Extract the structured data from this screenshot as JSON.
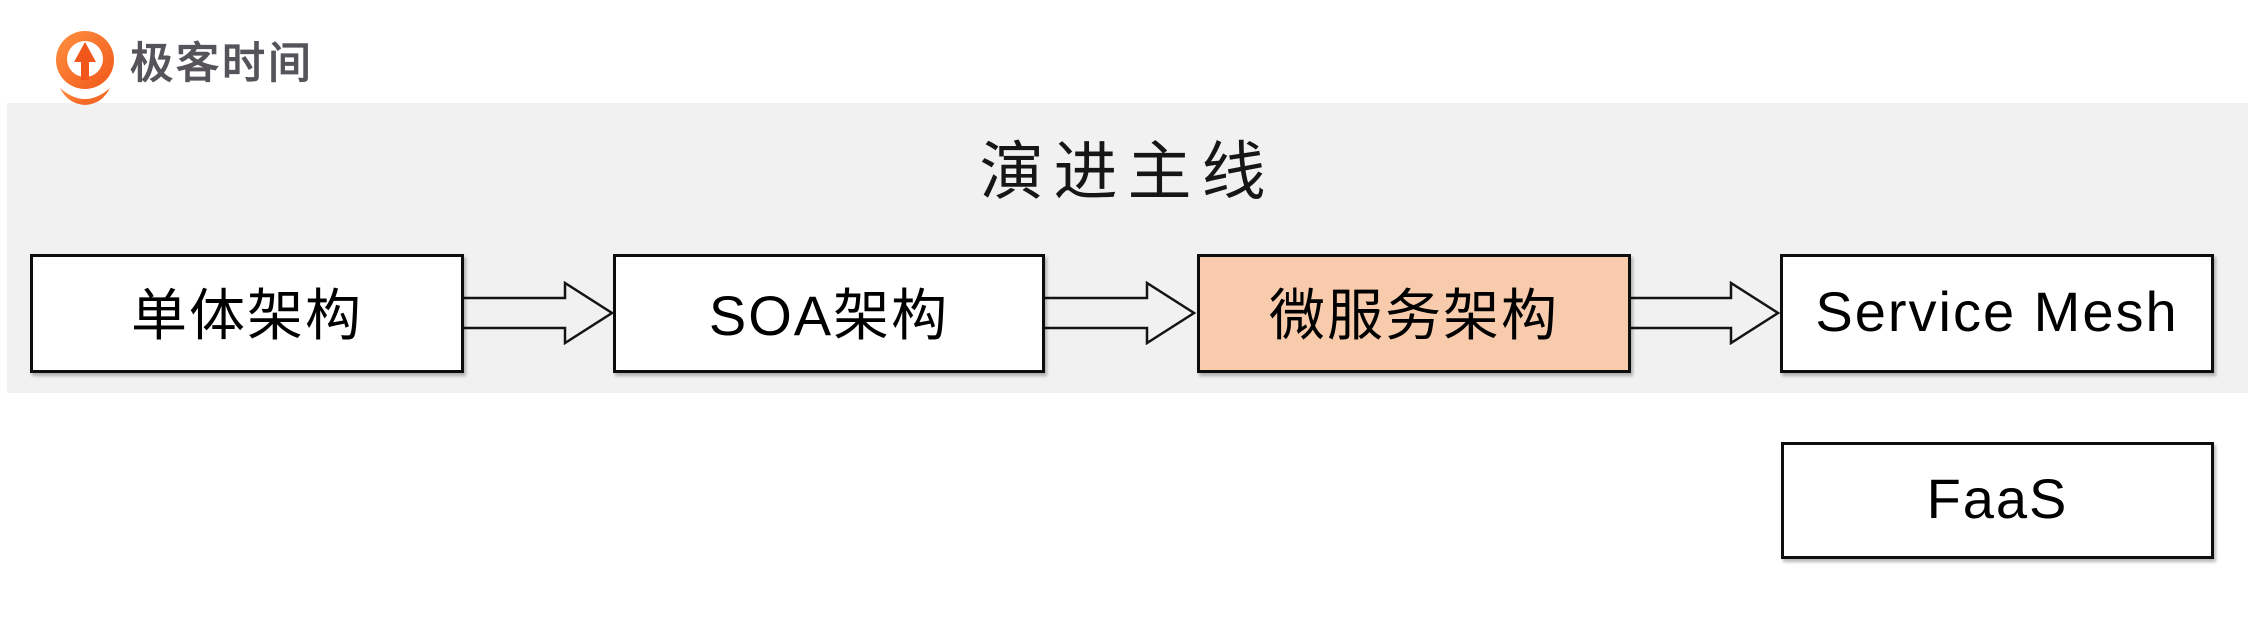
{
  "brand": {
    "name": "极客时间",
    "logo_icon": "geektime-logo-icon",
    "logo_orange": "#f1571b",
    "logo_orange_light": "#ff9140",
    "text_color": "#56545a"
  },
  "diagram": {
    "title": "演进主线",
    "panel_bg": "#f1f1f2",
    "border_color": "#0d0d0d",
    "highlight_fill": "#f8cbad",
    "flow_boxes": [
      {
        "label": "单体架构",
        "fill": "#ffffff"
      },
      {
        "label": "SOA架构",
        "fill": "#ffffff"
      },
      {
        "label": "微服务架构",
        "fill": "#f8cbad"
      },
      {
        "label": "Service Mesh",
        "fill": "#ffffff"
      }
    ],
    "offshoot_box": {
      "label": "FaaS",
      "fill": "#ffffff"
    }
  }
}
